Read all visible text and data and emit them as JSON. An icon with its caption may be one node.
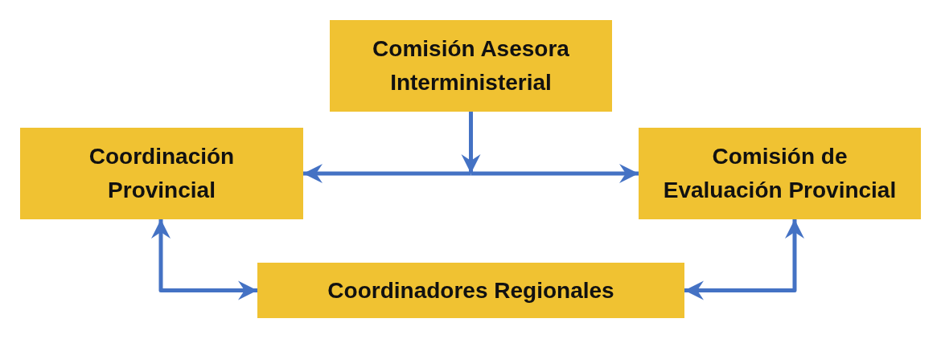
{
  "diagram": {
    "nodes": [
      {
        "text": [
          "Comisión Asesora Interministerial"
        ]
      },
      {
        "text": [
          "Coordinación Provincial"
        ]
      },
      {
        "text": [
          "Comisión de Evaluación Provincial"
        ]
      },
      {
        "text": [
          "Coordinadores Regionales"
        ]
      }
    ],
    "edges": [
      {
        "from": 0,
        "to": 1,
        "arrow": "to"
      },
      {
        "from": 0,
        "to": 2,
        "arrow": "to"
      },
      {
        "from": 1,
        "to": 3,
        "arrow": "both"
      },
      {
        "from": 2,
        "to": 3,
        "arrow": "both"
      }
    ]
  }
}
